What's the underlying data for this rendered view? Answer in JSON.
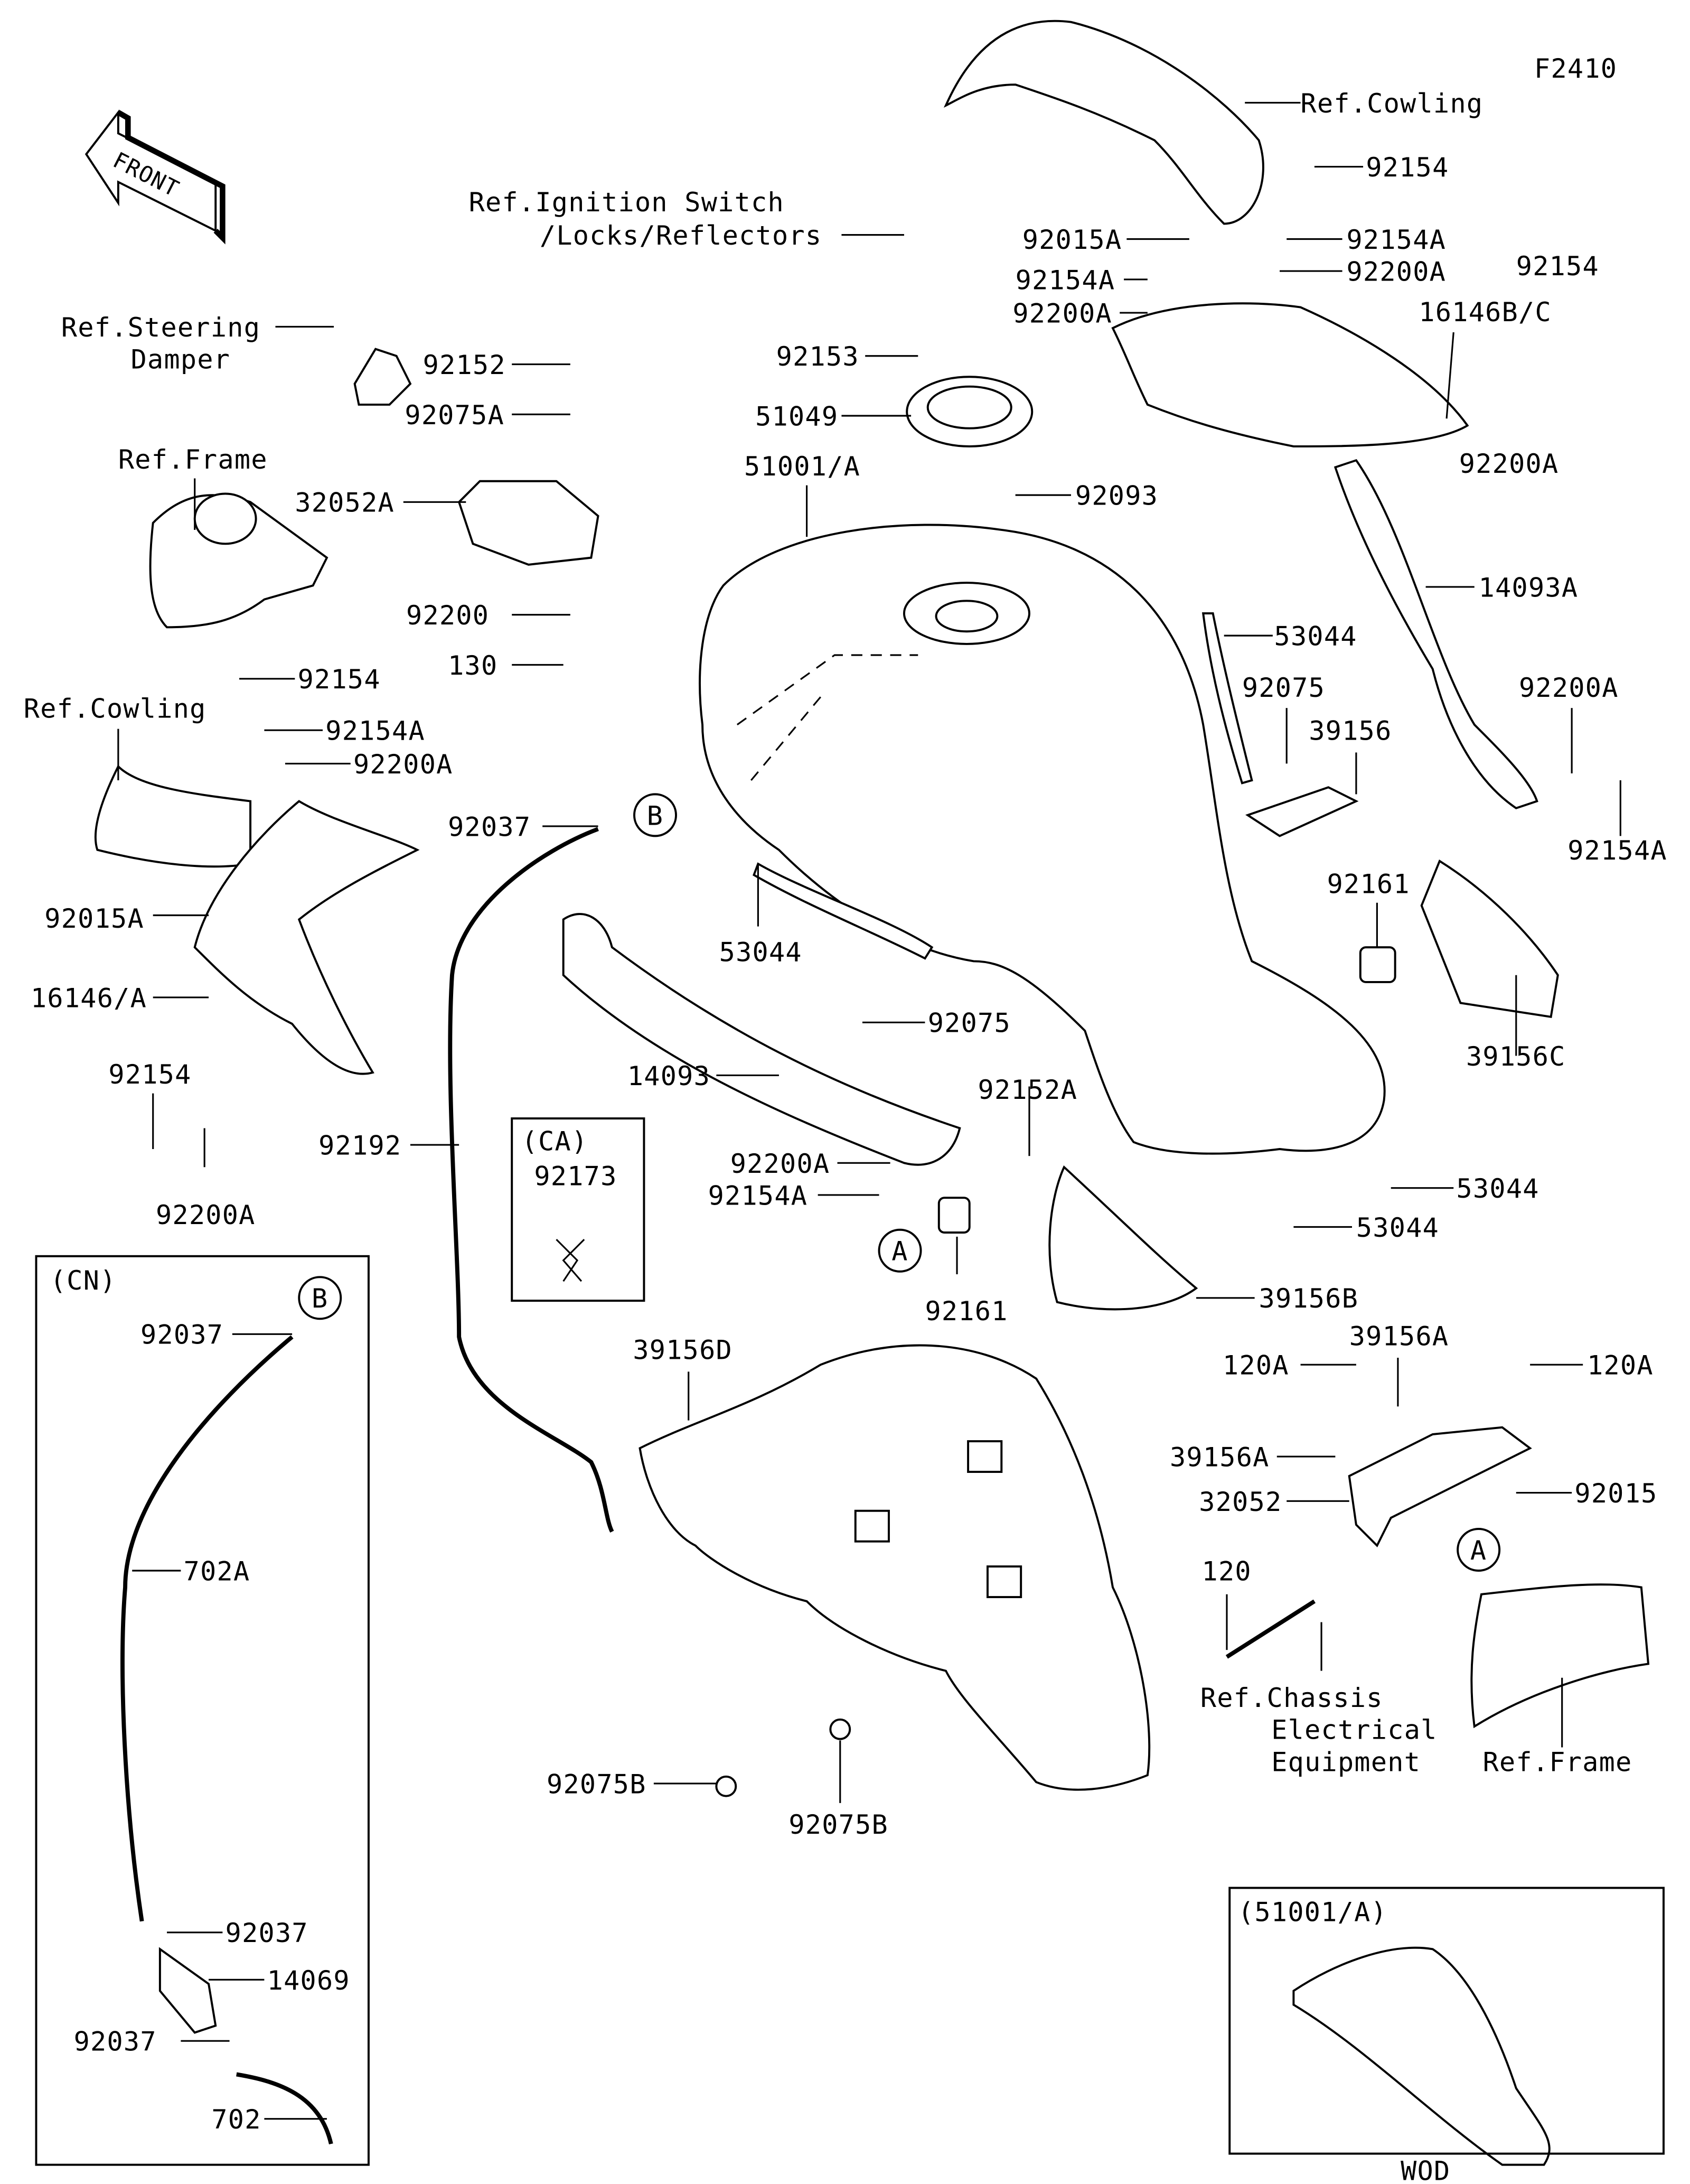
{
  "diagram_code": "F2410",
  "front_arrow": "FRONT",
  "callouts": [
    "Ref.Cowling",
    "92154",
    "Ref.Ignition Switch",
    "/Locks/Reflectors",
    "92015A",
    "92154A",
    "92154A",
    "92200A",
    "92154",
    "92200A",
    "16146B/C",
    "Ref.Steering",
    "Damper",
    "92152",
    "92153",
    "51049",
    "92075A",
    "92200A",
    "Ref.Frame",
    "51001/A",
    "32052A",
    "92093",
    "14093A",
    "92200",
    "130",
    "53044",
    "92154",
    "92075",
    "92200A",
    "Ref.Cowling",
    "39156",
    "92154A",
    "92200A",
    "92037",
    "92154A",
    "92015A",
    "92161",
    "53044",
    "16146/A",
    "92075",
    "39156C",
    "92154",
    "92152A",
    "14093",
    "92192",
    "92200A",
    "92154A",
    "53044",
    "92200A",
    "53044",
    "92037",
    "39156B",
    "92161",
    "39156A",
    "39156D",
    "120A",
    "120A",
    "39156A",
    "92015",
    "32052",
    "702A",
    "120",
    "Ref.Chassis",
    "Electrical",
    "Equipment",
    "Ref.Frame",
    "92075B",
    "92075B",
    "92037",
    "14069",
    "92037",
    "702"
  ],
  "reference_circles": [
    "B",
    "B",
    "A",
    "A"
  ],
  "inset_boxes": {
    "ca": {
      "title": "(CA)",
      "part": "92173"
    },
    "cn": {
      "title": "(CN)"
    },
    "wod": {
      "title": "(51001/A)",
      "caption": "WOD"
    }
  }
}
